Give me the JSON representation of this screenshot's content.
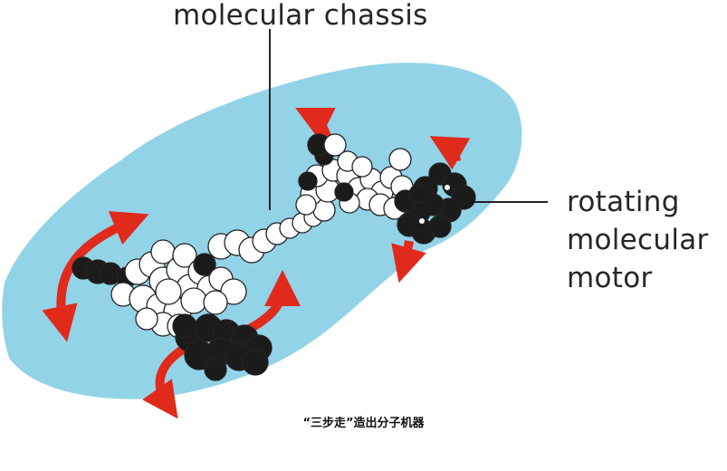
{
  "labels": {
    "chassis": "molecular chassis",
    "motor_line1": "rotating",
    "motor_line2": "molecular",
    "motor_line3": "motor"
  },
  "caption": "“三步走”造出分子机器",
  "colors": {
    "surface": "#93d3e8",
    "arrow": "#e02a1c",
    "atom_light": "#ffffff",
    "atom_dark": "#1b1b1b",
    "text": "#262626"
  }
}
